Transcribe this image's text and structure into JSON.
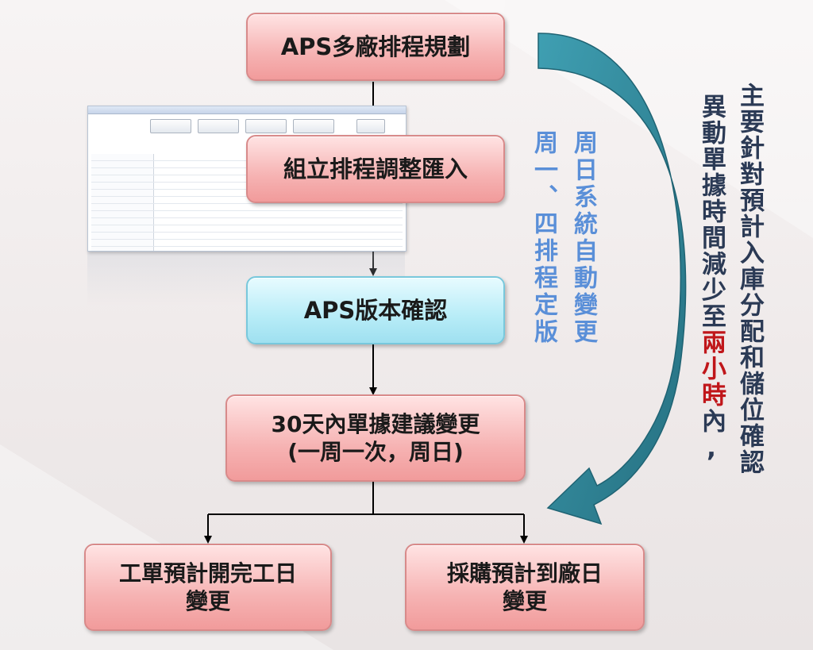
{
  "nodes": {
    "aps_planning": "APS多廠排程規劃",
    "import_adjust": "組立排程調整匯入",
    "version_confirm": "APS版本確認",
    "change_line1": "30天內單據建議變更",
    "change_line2": "(一周一次，周日)",
    "workorder_line1": "工單預計開完工日",
    "workorder_line2": "變更",
    "purchase_line1": "採購預計到廠日",
    "purchase_line2": "變更"
  },
  "side_note": {
    "col1": "周日系統自動變更",
    "col2": "周一、四排程定版",
    "color": "#5a8fd8"
  },
  "right_note": {
    "col1": "主要針對預計入庫分配和儲位確認",
    "col2_a": "異動單據時間減少至",
    "col2_highlight": "兩小時",
    "col2_b": "內,",
    "text_color": "#2b3a55",
    "highlight_color": "#c0161a"
  },
  "colors": {
    "pink_box": "#f6b3b3",
    "blue_box": "#b7ecf7",
    "arrow": "#2f8a9c"
  }
}
